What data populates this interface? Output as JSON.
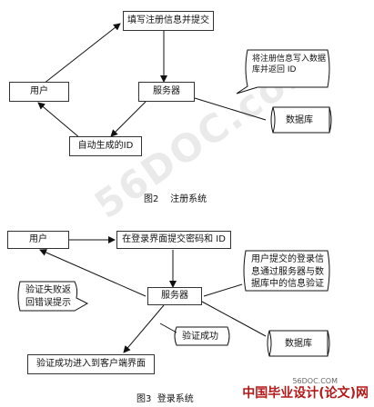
{
  "figure2": {
    "nodes": {
      "fill_info": "填写注册信息并提交",
      "user": "用户",
      "server": "服务器",
      "auto_id": "自动生成的ID",
      "database": "数据库",
      "note": "将注册信息写入数据\n库并返回 ID"
    },
    "caption": "图2    注册系统"
  },
  "figure3": {
    "nodes": {
      "user": "用户",
      "submit": "在登录界面提交密码和 ID",
      "server": "服务器",
      "database": "数据库",
      "success_enter": "验证成功进入到客户端界面",
      "note_verify": "用户提交的登录信\n息通过服务器与数\n据库中的信息验证",
      "note_fail": "验证失败返\n回错误提示",
      "note_success": "验证成功"
    },
    "caption": "图3  登录系统"
  },
  "watermark": "56DOC.com",
  "logo": "中国毕业设计(论文)网",
  "logo_small": "56DOC.COM"
}
